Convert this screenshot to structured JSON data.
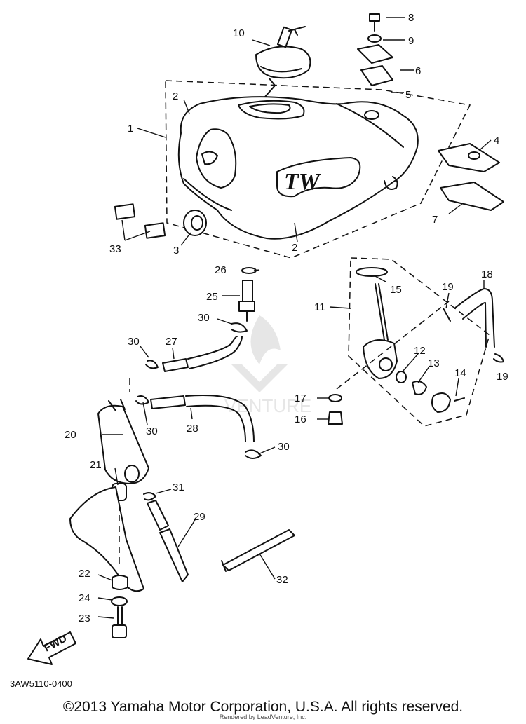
{
  "diagram": {
    "drawing_code": "3AW5110-0400",
    "fwd_label": "FWD",
    "tank_logo": "TW",
    "watermark": "VENTURE",
    "part_numbers": [
      "1",
      "2",
      "2",
      "3",
      "4",
      "5",
      "6",
      "7",
      "8",
      "9",
      "10",
      "11",
      "12",
      "13",
      "14",
      "15",
      "16",
      "17",
      "18",
      "19",
      "19",
      "20",
      "21",
      "22",
      "23",
      "24",
      "25",
      "26",
      "27",
      "28",
      "29",
      "30",
      "30",
      "30",
      "30",
      "31",
      "32",
      "33"
    ]
  },
  "footer": {
    "copyright": "©2013 Yamaha Motor Corporation, U.S.A. All rights reserved.",
    "rendered_by": "Rendered by LeadVenture, Inc."
  }
}
